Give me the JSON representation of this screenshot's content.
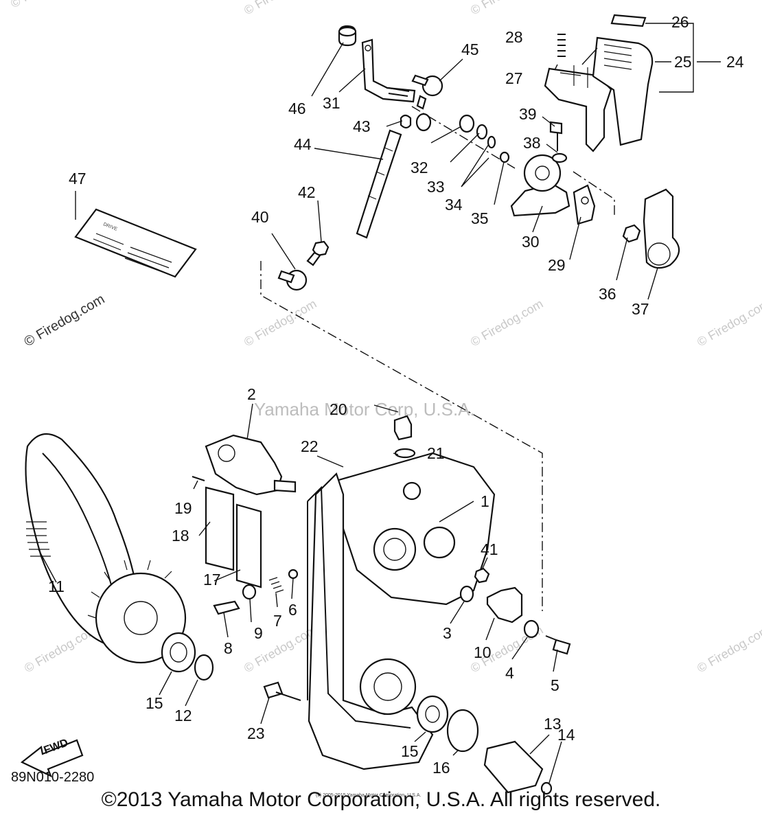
{
  "watermarks": {
    "firedog": "© Firedog.com",
    "center": "Yamaha Motor Corp, U.S.A."
  },
  "diagram_code": "89N010-2280",
  "fwd_label": "FWD",
  "decal": {
    "title": "DRIVE"
  },
  "fine_print": "(c) 2005-2015 Yamaha Motor Corporation, U.S.A.",
  "copyright": "©2013 Yamaha Motor Corporation, U.S.A. All rights reserved.",
  "labels": {
    "p1": "1",
    "p2": "2",
    "p3": "3",
    "p4": "4",
    "p5": "5",
    "p6": "6",
    "p7": "7",
    "p8": "8",
    "p9": "9",
    "p10": "10",
    "p11": "11",
    "p12": "12",
    "p13": "13",
    "p14": "14",
    "p15a": "15",
    "p15b": "15",
    "p16": "16",
    "p17": "17",
    "p18": "18",
    "p19": "19",
    "p20": "20",
    "p21": "21",
    "p22": "22",
    "p23": "23",
    "p24": "24",
    "p25": "25",
    "p26": "26",
    "p27": "27",
    "p28": "28",
    "p29": "29",
    "p30": "30",
    "p31": "31",
    "p32": "32",
    "p33": "33",
    "p34": "34",
    "p35": "35",
    "p36": "36",
    "p37": "37",
    "p38": "38",
    "p39": "39",
    "p40": "40",
    "p41": "41",
    "p42": "42",
    "p43": "43",
    "p44": "44",
    "p45": "45",
    "p46": "46",
    "p47": "47"
  }
}
